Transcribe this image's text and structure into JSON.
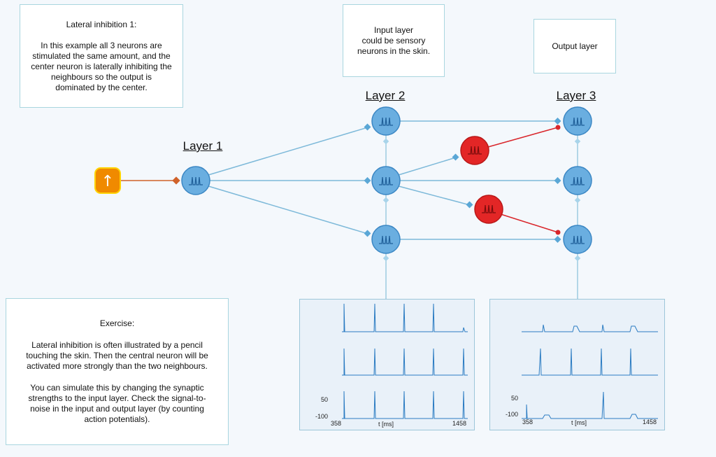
{
  "notes": {
    "lateral_title": "Lateral inhibition 1:",
    "lateral_body": "In this example all 3 neurons are\nstimulated the same amount, and the\ncenter neuron is laterally inhibiting the\nneighbours so the output is\ndominated by the center.",
    "input_layer": "Input layer\ncould be sensory\nneurons in the skin.",
    "output_layer": "Output layer",
    "exercise_title": "Exercise:",
    "exercise_p1": "Lateral inhibition is often illustrated by a pencil\ntouching the skin. Then the central neuron will be\nactivated more strongly than the two neighbours.",
    "exercise_p2": "You can simulate this by changing the synaptic\nstrengths to the input layer. Check the signal-to-\nnoise in the input and output layer (by counting\naction potentials)."
  },
  "layers": {
    "layer1": "Layer 1",
    "layer2": "Layer 2",
    "layer3": "Layer 3"
  },
  "stimulus": {
    "icon": "arrow-up-icon",
    "glyph": "↑",
    "color": "#f08a00"
  },
  "colors": {
    "excitatory_neuron": "#6aaee0",
    "inhibitory_neuron": "#e32626",
    "excitatory_connection": "#7db9d9",
    "inhibitory_connection": "#d9262b",
    "stimulus_connection": "#d0622a"
  },
  "plots": {
    "layer2": {
      "y_max": "50",
      "y_min": "-100",
      "t_start": "358",
      "t_label": "t [ms]",
      "t_end": "1458"
    },
    "layer3": {
      "y_max": "50",
      "y_min": "-100",
      "t_start": "358",
      "t_label": "t [ms]",
      "t_end": "1458"
    }
  }
}
